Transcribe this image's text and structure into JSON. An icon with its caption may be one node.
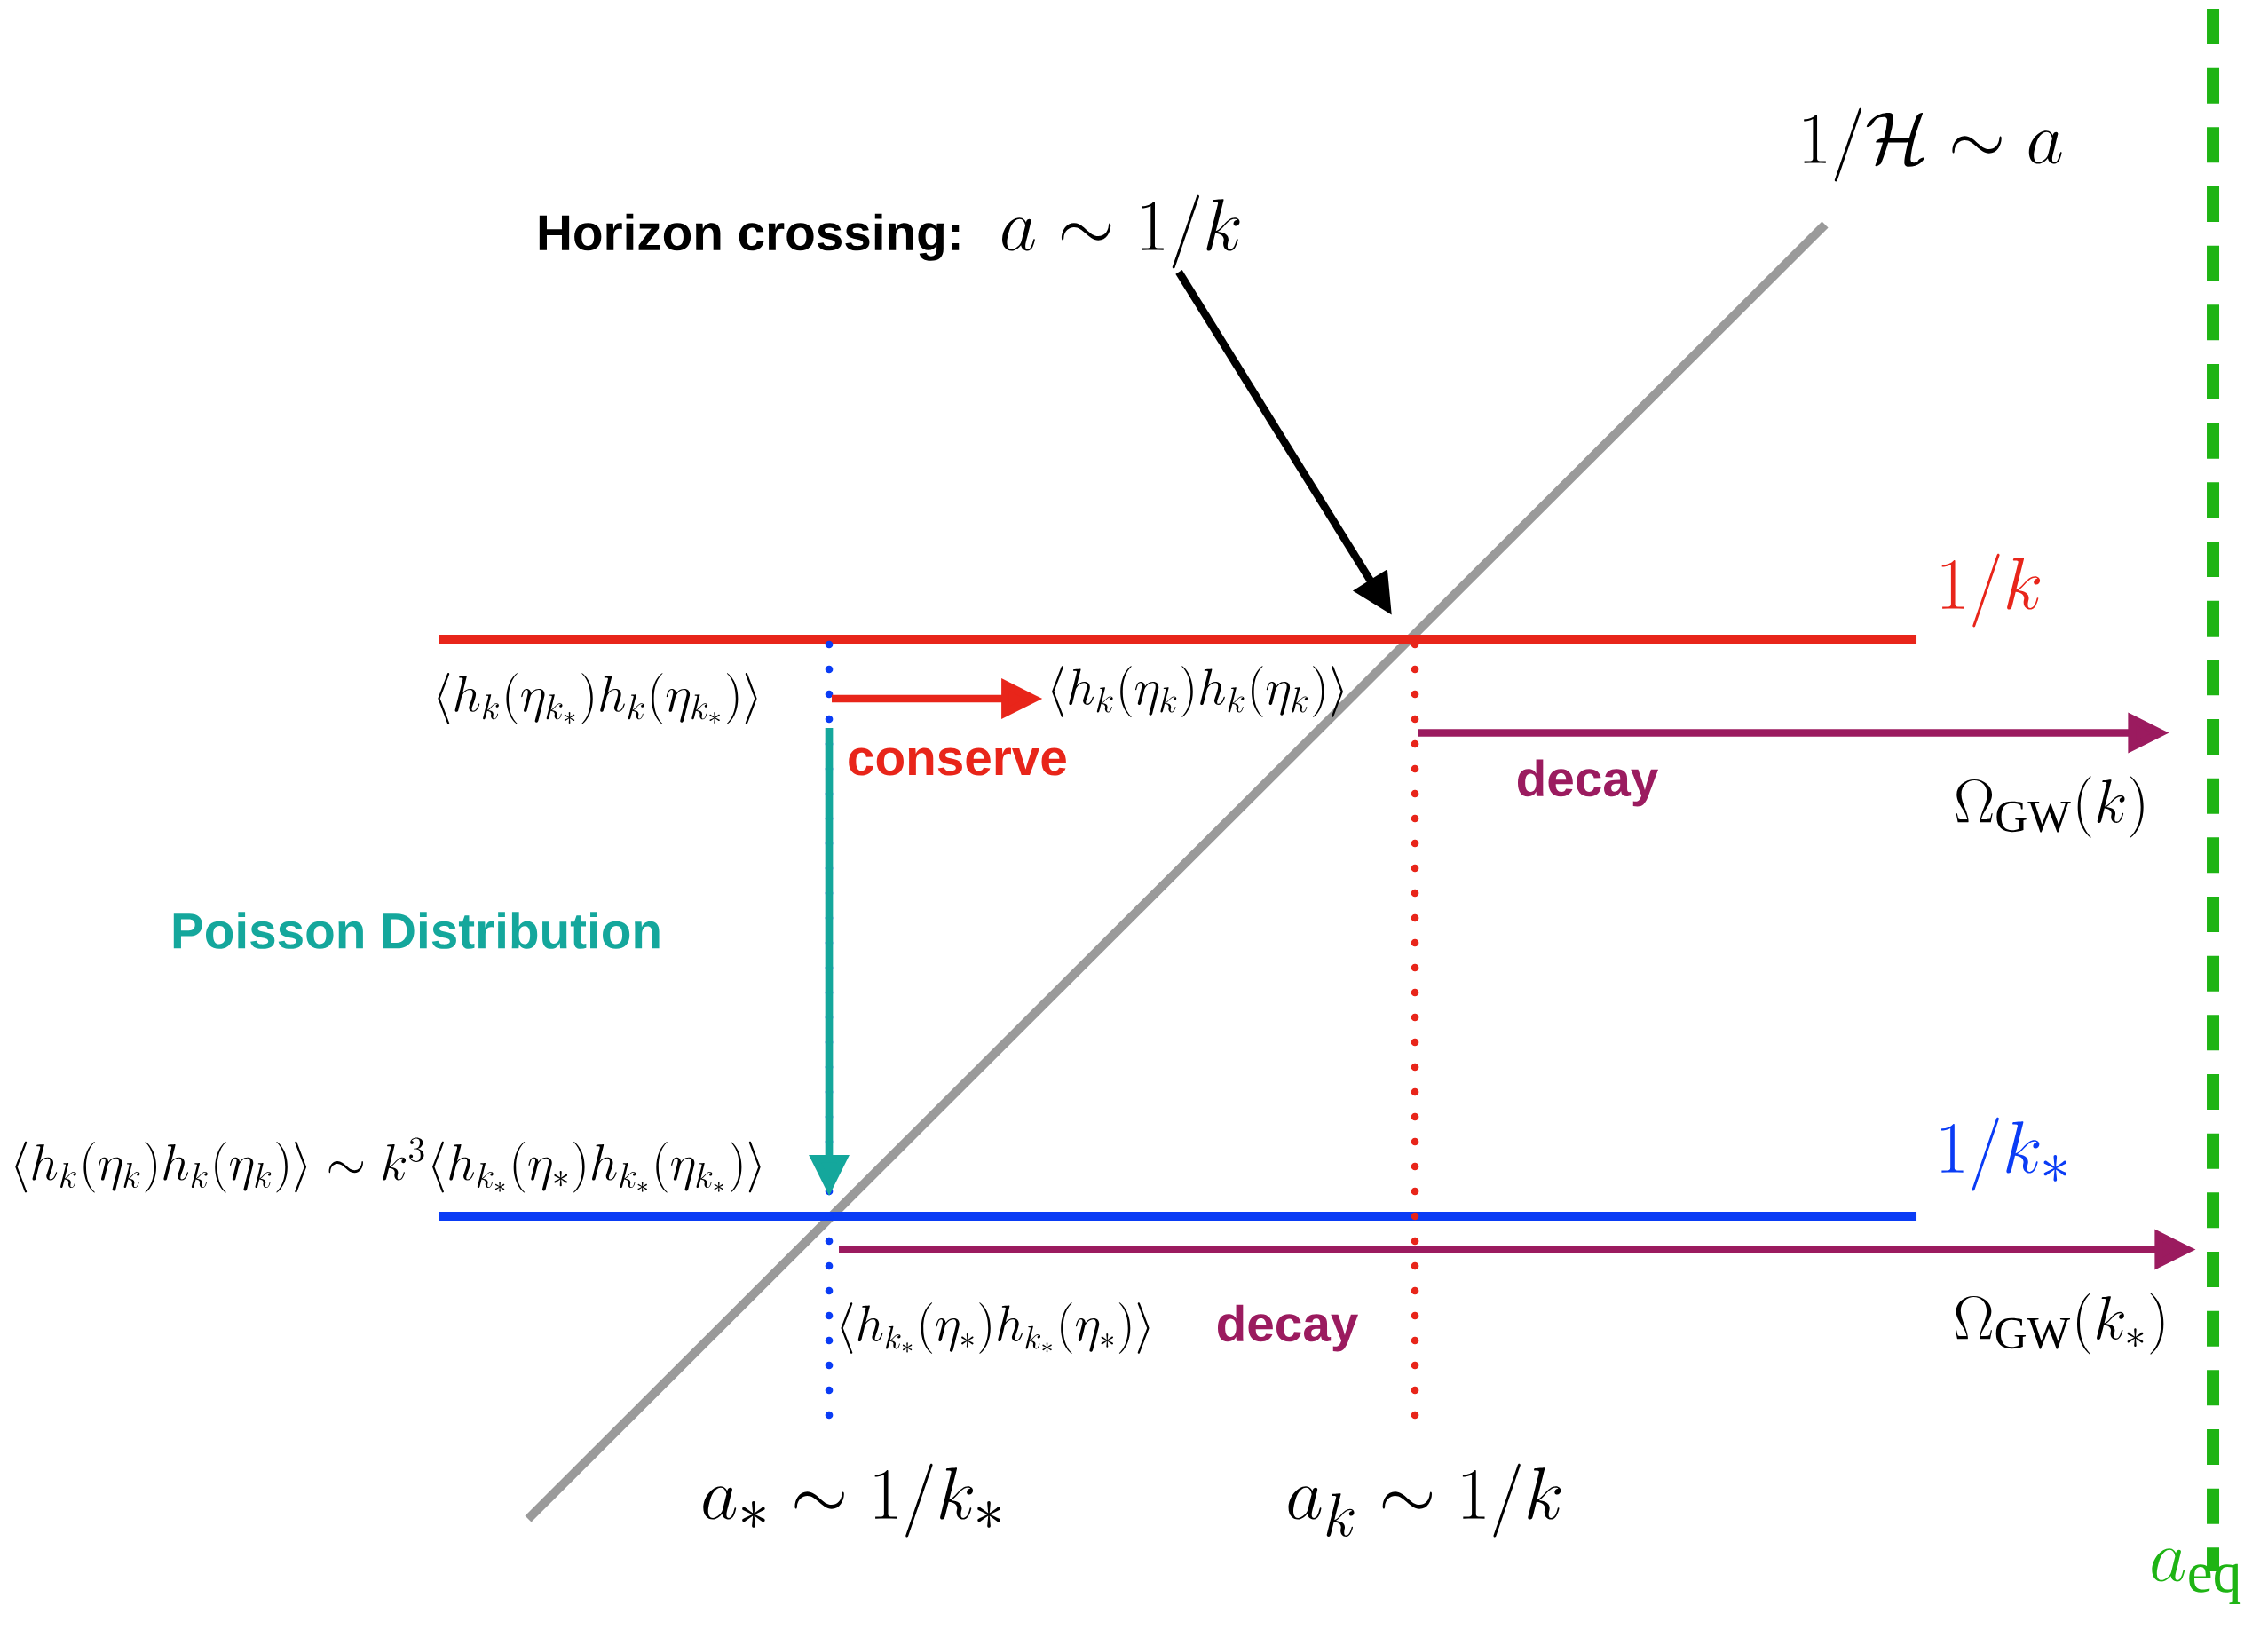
{
  "diagram": {
    "nodes": [
      {
        "text": [
          "Horizon crossing:",
          "a \\sim 1/k"
        ]
      },
      {
        "text": [
          "\\langle h_k(\\eta_{k_*})h_k(\\eta_{k_*})\\rangle"
        ]
      },
      {
        "text": [
          "\\langle h_k(\\eta_k)h_k(\\eta_k)\\rangle"
        ]
      },
      {
        "text": [
          "\\langle h_k(\\eta_k)h_k(\\eta_k)\\rangle \\sim k^3\\langle h_{k_*}(\\eta_*)h_{k_*}(\\eta_{k_*})\\rangle"
        ]
      },
      {
        "text": [
          "\\Omega_{\\mathrm{GW}}(k)"
        ]
      },
      {
        "text": [
          "\\Omega_{\\mathrm{GW}}(k_*)"
        ]
      }
    ],
    "edges": [
      {
        "from": 0,
        "to": null,
        "arrow": "to",
        "color": "#000000"
      },
      {
        "from": 1,
        "to": 2,
        "arrow": "to",
        "label": "conserve",
        "color": "#e8251a"
      },
      {
        "from": 1,
        "to": 3,
        "arrow": "to",
        "label": "Poisson Distribution",
        "color": "#14a79c"
      },
      {
        "from": null,
        "to": 4,
        "arrow": "to",
        "label": "decay",
        "color": "#9b1b5f"
      },
      {
        "from": null,
        "to": 5,
        "arrow": "to",
        "label": "decay",
        "color": "#9b1b5f"
      }
    ],
    "labels": [
      "1/\\mathcal{H} \\sim a",
      "1/k",
      "1/k_*",
      "\\langle h_{k_*}(\\eta_*)h_{k_*}(\\eta_*)\\rangle",
      "a_* \\sim 1/k_*",
      "a_k \\sim 1/k",
      "a_{\\mathrm{eq}}"
    ]
  }
}
